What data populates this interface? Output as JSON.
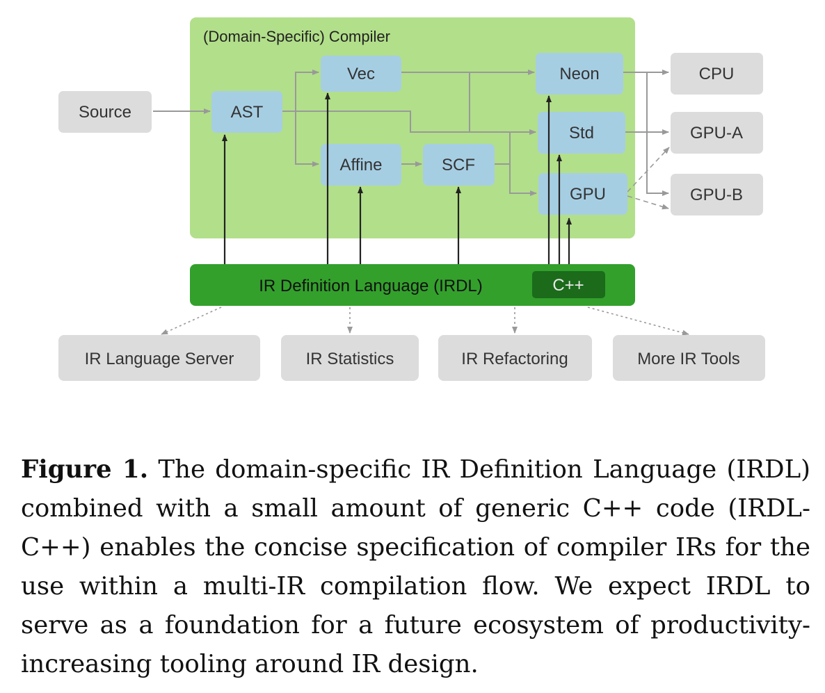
{
  "figure": {
    "compiler_title": "(Domain-Specific) Compiler",
    "nodes": {
      "source": "Source",
      "ast": "AST",
      "vec": "Vec",
      "affine": "Affine",
      "scf": "SCF",
      "neon": "Neon",
      "std": "Std",
      "gpu": "GPU",
      "cpu": "CPU",
      "gpu_a": "GPU-A",
      "gpu_b": "GPU-B"
    },
    "irdl_label": "IR Definition Language (IRDL)",
    "cpp_label": "C++",
    "tools": {
      "language_server": "IR Language Server",
      "statistics": "IR Statistics",
      "refactoring": "IR Refactoring",
      "more": "More IR Tools"
    },
    "colors": {
      "compiler_bg": "#b2df8a",
      "dialect_node": "#a6cee3",
      "gray_node": "#dcdcdc",
      "irdl_bar": "#33a02c",
      "cpp_box": "#1b6b1b",
      "arrow": "#999999",
      "irdl_arrow": "#222222"
    }
  },
  "caption": {
    "label": "Figure 1.",
    "text": "The domain-specific IR Definition Language (IRDL) combined with a small amount of generic C++ code (IRDL-C++) enables the concise specification of compiler IRs for the use within a multi-IR compilation flow. We expect IRDL to serve as a foundation for a future ecosystem of productivity-increasing tooling around IR design."
  }
}
